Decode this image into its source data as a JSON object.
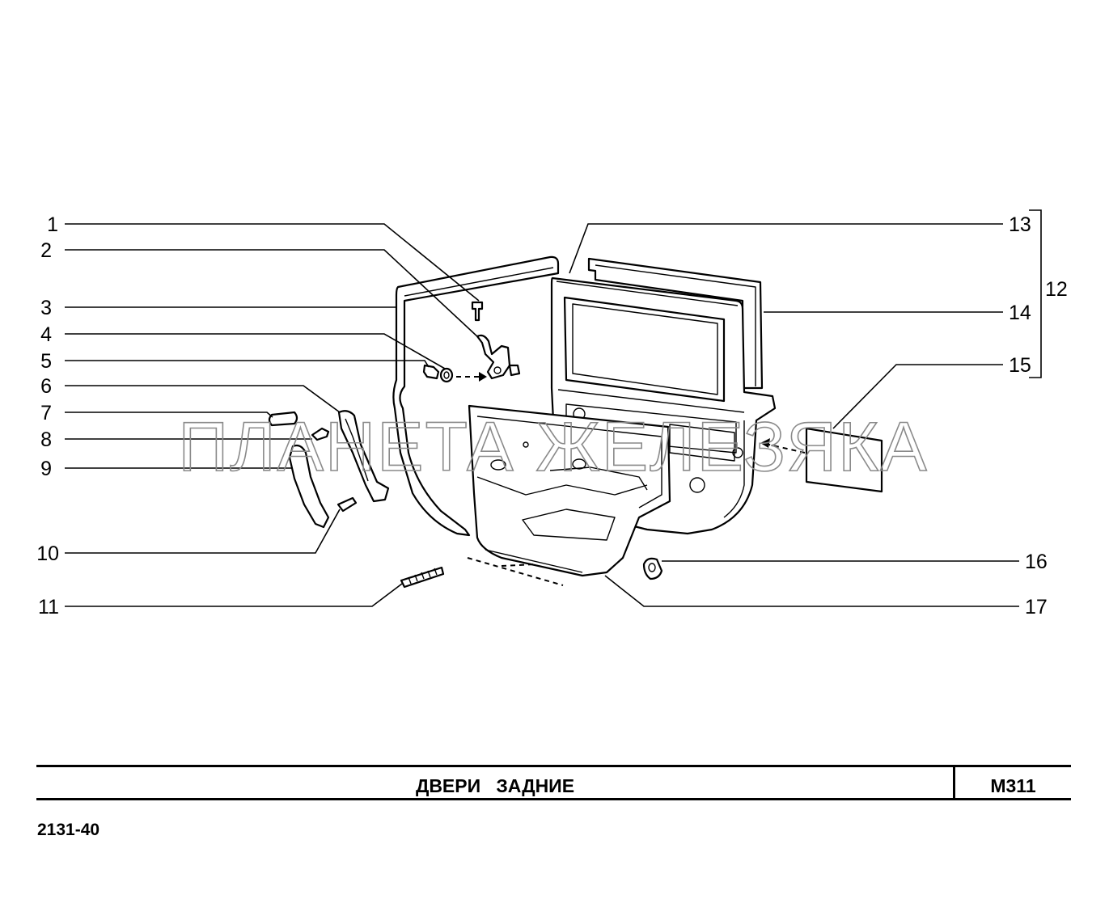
{
  "diagram": {
    "callouts": [
      "1",
      "2",
      "3",
      "4",
      "5",
      "6",
      "7",
      "8",
      "9",
      "10",
      "11",
      "12",
      "13",
      "14",
      "15",
      "16",
      "17"
    ],
    "watermark": "ПЛАНЕТА ЖЕЛЕЗЯКА"
  },
  "title_block": {
    "title": "ДВЕРИ   ЗАДНИЕ",
    "sheet_code": "М311"
  },
  "model_code": "2131-40"
}
